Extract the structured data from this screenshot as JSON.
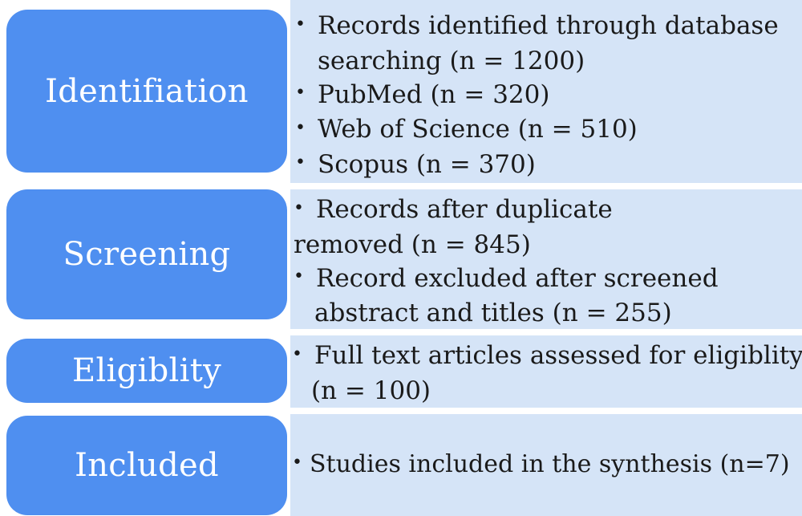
{
  "stages": [
    {
      "label": "Identifiation",
      "items": [
        [
          "Records identified through database",
          "searching (n = 1200)"
        ],
        [
          "PubMed (n = 320)"
        ],
        [
          "Web of Science (n = 510)"
        ],
        [
          "Scopus (n = 370)"
        ]
      ]
    },
    {
      "label": "Screening",
      "items": [
        [
          "Records after duplicate",
          "removed (n = 845)"
        ],
        [
          "Record  excluded  after screened",
          "abstract and titles (n = 255)"
        ]
      ]
    },
    {
      "label": "Eligiblity",
      "items": [
        [
          "Full  text articles assessed for eligiblity",
          "(n = 100)"
        ]
      ]
    },
    {
      "label": "Included",
      "items": [
        [
          "Studies included in the synthesis (n=7)"
        ]
      ]
    }
  ],
  "bullet_glyph": "•",
  "colors": {
    "stage_fill": "#4f8ff0",
    "detail_fill": "#d5e4f7",
    "stage_text": "#ffffff",
    "detail_text": "#1a1a1a"
  }
}
